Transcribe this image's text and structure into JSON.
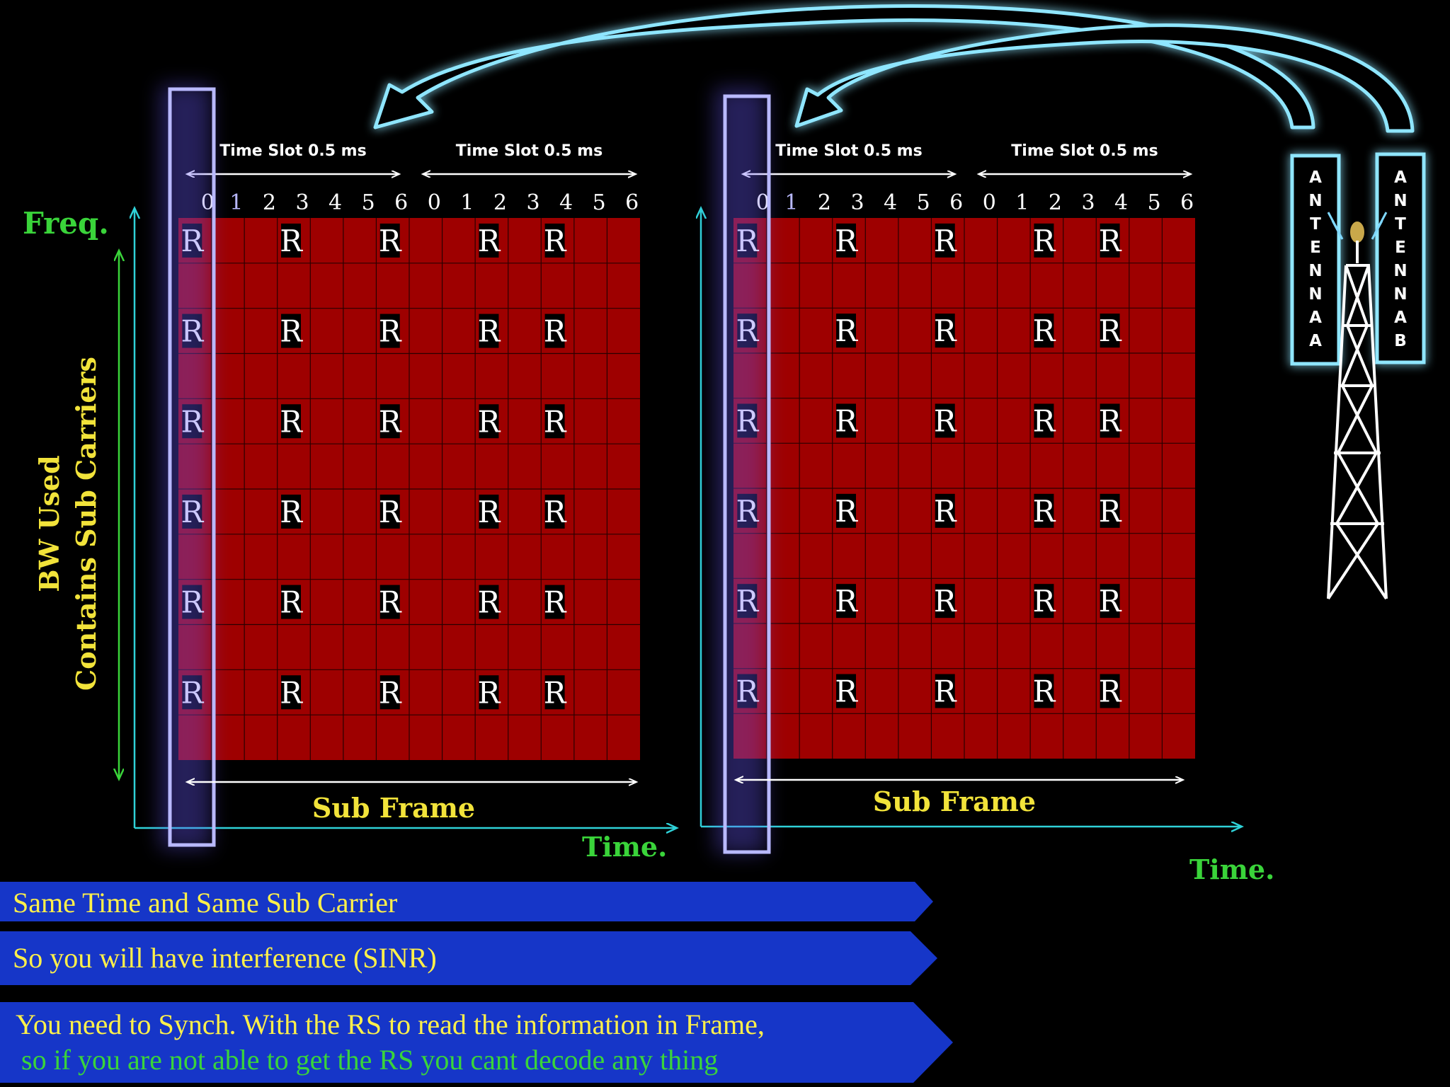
{
  "colors": {
    "grid_fill": "#9e0000",
    "grid_line": "#2a0000",
    "rs_bg": "#000000",
    "rs_text": "#ffffff",
    "axis": "#2fd2d8",
    "bw_arrow": "#3ad43a",
    "label_yellow": "#f2e33a",
    "label_green": "#3ad43a",
    "banner": "#1636c8",
    "glow": "#7fd8ff"
  },
  "grid_a": {
    "slot_labels": [
      "Time Slot 0.5 ms",
      "Time Slot 0.5 ms"
    ],
    "symbol_indices": [
      "0",
      "1",
      "2",
      "3",
      "4",
      "5",
      "6",
      "0",
      "1",
      "2",
      "3",
      "4",
      "5",
      "6"
    ],
    "rs_marker": "R",
    "rs_columns": [
      0,
      3,
      6,
      9,
      11
    ],
    "rs_rows": [
      0,
      2,
      4,
      6,
      8,
      10
    ],
    "subframe_label": "Sub Frame",
    "time_label": "Time."
  },
  "grid_b": {
    "slot_labels": [
      "Time Slot 0.5 ms",
      "Time Slot 0.5 ms"
    ],
    "symbol_indices": [
      "0",
      "1",
      "2",
      "3",
      "4",
      "5",
      "6",
      "0",
      "1",
      "2",
      "3",
      "4",
      "5",
      "6"
    ],
    "rs_marker": "R",
    "rs_columns": [
      0,
      3,
      6,
      9,
      11
    ],
    "rs_rows": [
      0,
      2,
      4,
      6,
      8,
      10
    ],
    "subframe_label": "Sub Frame",
    "time_label": "Time."
  },
  "freq_label": "Freq.",
  "bw_label_line1": "BW Used",
  "bw_label_line2": "Contains Sub Carriers",
  "antenna_a": [
    "A",
    "N",
    "T",
    "E",
    "N",
    "N",
    "A",
    "A"
  ],
  "antenna_b": [
    "A",
    "N",
    "T",
    "E",
    "N",
    "N",
    "A",
    "B"
  ],
  "banners": {
    "line1": "Same Time and Same Sub Carrier",
    "line2": "So you will have interference (SINR)",
    "line3a": "You need to Synch. With the RS to read the information in Frame,",
    "line3b": "so if you are not able to get the RS you cant decode any thing"
  }
}
